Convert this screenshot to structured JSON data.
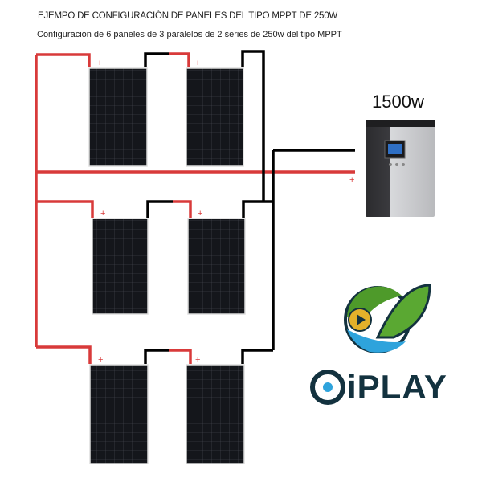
{
  "title": "EJEMPO DE CONFIGURACIÓN DE PANELES DEL TIPO MPPT DE 250W",
  "subtitle": "Configuración de 6 paneles de 3 paralelos de 2 series de 250w del tipo MPPT",
  "inverter_power": "1500w",
  "plus_sign": "+",
  "logo_text": "iPLAY",
  "colors": {
    "positive_wire": "#d83a3a",
    "negative_wire": "#000000",
    "panel": "#111318",
    "logo_dark": "#13323f",
    "logo_blue": "#2ea3dc",
    "logo_green": "#4e9a2a",
    "logo_yellow": "#e3b12a"
  }
}
